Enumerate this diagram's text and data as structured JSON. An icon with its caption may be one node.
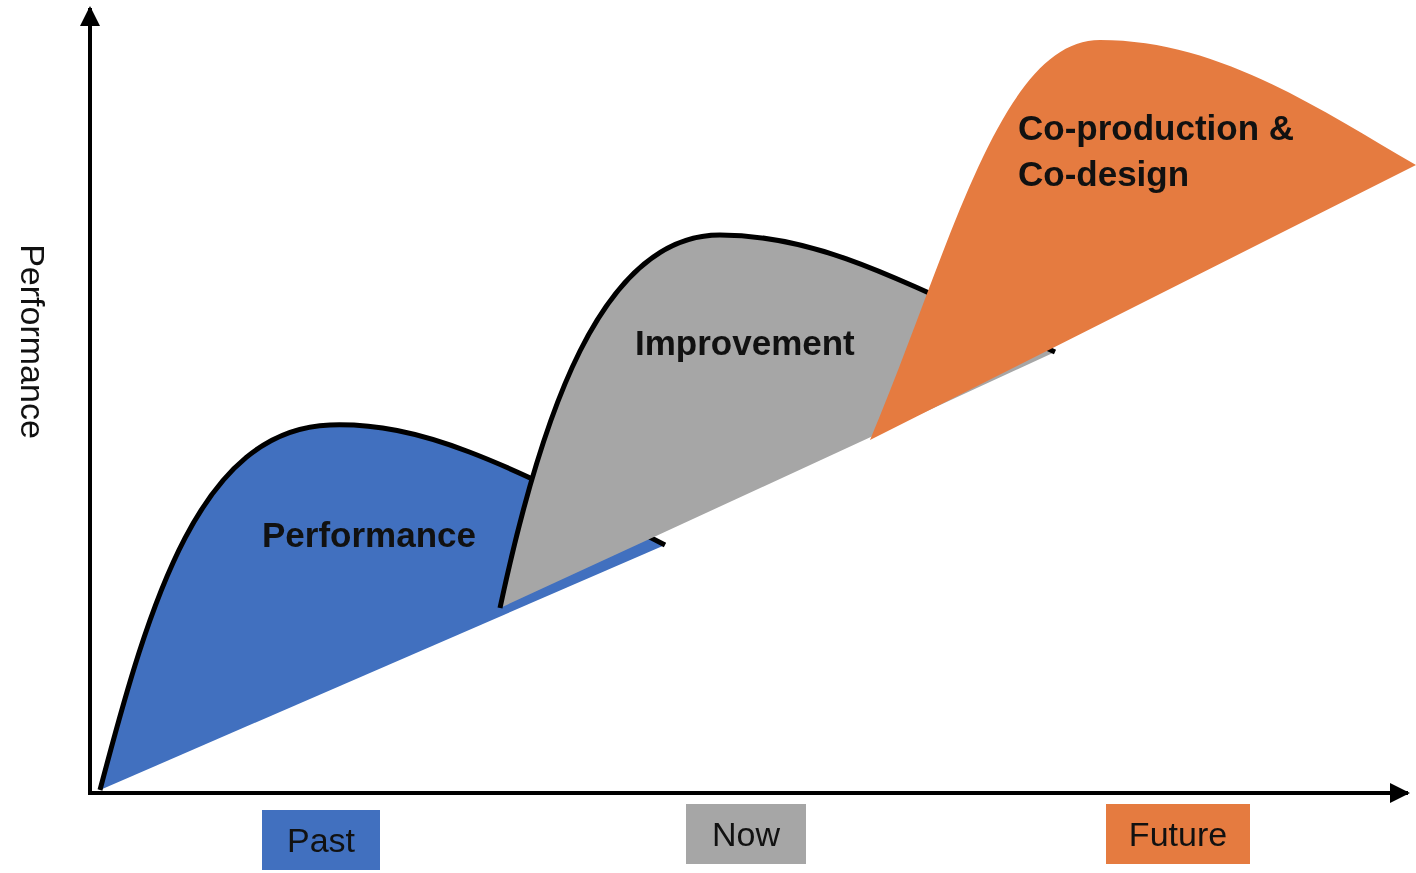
{
  "diagram": {
    "nodes": [
      {
        "text": [
          "Performance"
        ]
      },
      {
        "text": [
          "Improvement"
        ]
      },
      {
        "text": [
          "Co-production & Co-design"
        ]
      },
      {
        "text": [
          "Past"
        ]
      },
      {
        "text": [
          "Now"
        ]
      },
      {
        "text": [
          "Future"
        ]
      }
    ],
    "labels": [
      "Performance"
    ]
  }
}
